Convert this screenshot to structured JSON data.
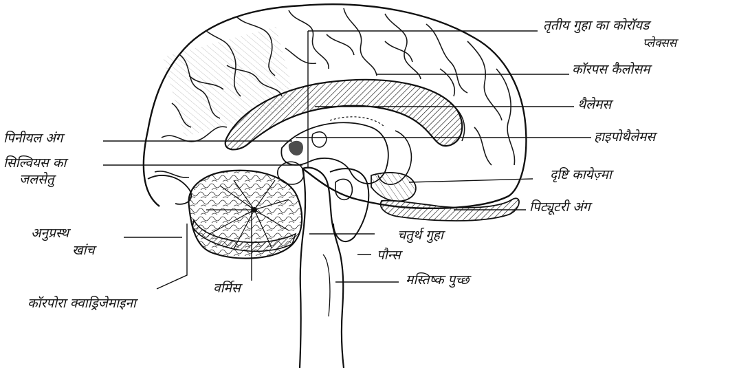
{
  "diagram": {
    "labels": {
      "choroid_plexus_l1": "तृतीय गुहा का कोरॉयड",
      "choroid_plexus_l2": "प्लेक्सस",
      "corpus_callosum": "कॉरपस कैलोसम",
      "thalamus": "थैलेमस",
      "hypothalamus": "हाइपोथैलेमस",
      "optic_chiasma": "दृष्टि कायेज़्मा",
      "pituitary": "पिट्यूटरी अंग",
      "fourth_ventricle": "चतुर्थ गुहा",
      "pons": "पौन्स",
      "medulla": "मस्तिष्क पुच्छ",
      "pineal": "पिनीयल अंग",
      "aqueduct_l1": "सिल्वियस का",
      "aqueduct_l2": "जलसेतु",
      "transverse_fissure_l1": "अनुप्रस्थ",
      "transverse_fissure_l2": "खांच",
      "corpora_quadrigemina": "कॉरपोरा क्वाड्रिजेमाइना",
      "vermis": "वर्मिस"
    }
  }
}
